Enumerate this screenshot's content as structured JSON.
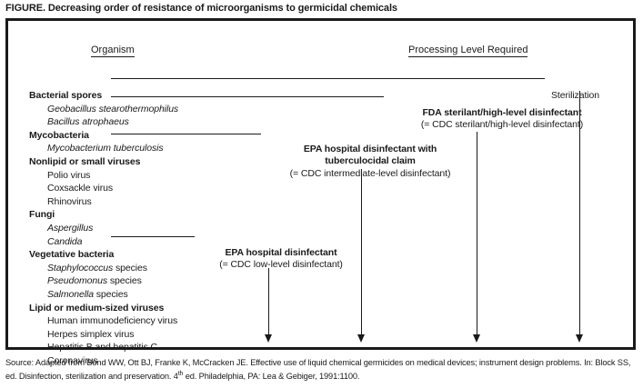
{
  "figure": {
    "title": "FIGURE. Decreasing order of resistance of microorganisms to germicidal chemicals",
    "headers": {
      "organism": "Organism",
      "processing": "Processing Level Required"
    }
  },
  "organisms": [
    {
      "category": "Bacterial spores",
      "items": [
        {
          "text": "Geobacillus stearothermophilus",
          "italic": true
        },
        {
          "text": "Bacillus atrophaeus",
          "italic": true
        }
      ]
    },
    {
      "category": "Mycobacteria",
      "items": [
        {
          "text": "Mycobacterium tuberculosis",
          "italic": true
        }
      ]
    },
    {
      "category": "Nonlipid or small viruses",
      "items": [
        {
          "text": "Polio virus",
          "italic": false
        },
        {
          "text": "Coxsackle virus",
          "italic": false
        },
        {
          "text": "Rhinovirus",
          "italic": false
        }
      ]
    },
    {
      "category": "Fungi",
      "items": [
        {
          "text": "Aspergillus",
          "italic": true
        },
        {
          "text": "Candida",
          "italic": true
        }
      ]
    },
    {
      "category": "Vegetative bacteria",
      "items": [
        {
          "text": "Staphylococcus",
          "suffix": " species",
          "italic": true
        },
        {
          "text": "Pseudomonus",
          "suffix": " species",
          "italic": true
        },
        {
          "text": "Salmonella",
          "suffix": " species",
          "italic": true
        }
      ]
    },
    {
      "category": "Lipid or medium-sized viruses",
      "items": [
        {
          "text": "Human immunodeficiency virus",
          "italic": false
        },
        {
          "text": "Herpes simplex virus",
          "italic": false
        },
        {
          "text": "Hepatitis B and hepatitis C",
          "italic": false
        },
        {
          "text": "Coronavirus",
          "italic": false
        }
      ]
    }
  ],
  "processing_levels": [
    {
      "id": "sterilization",
      "bold_line": "Sterilization",
      "sub_line": ""
    },
    {
      "id": "fda-sterilant",
      "bold_line": "FDA sterilant/high-level disinfectant",
      "sub_line": "(= CDC sterilant/high-level disinfectant)"
    },
    {
      "id": "epa-tuberculocidal",
      "bold_line": "EPA hospital disinfectant with",
      "bold_line2": "tuberculocidal claim",
      "sub_line": "(= CDC intermediate-level disinfectant)"
    },
    {
      "id": "epa-low-level",
      "bold_line": "EPA hospital disinfectant",
      "sub_line": "(= CDC low-level disinfectant)"
    }
  ],
  "source": {
    "line1": "Source: Adapted from Bond WW, Ott BJ, Franke K, McCracken JE. Effective use of liquid chemical germicides on medical devices; instrument design",
    "line2_a": "problems. In: Block SS, ed. Disinfection, sterilization and preservation. 4",
    "line2_sup": "th",
    "line2_b": " ed. Philadelphia, PA: Lea & Gebiger, 1991:1100."
  },
  "colors": {
    "ink": "#1a1a1a",
    "background": "#ffffff"
  }
}
